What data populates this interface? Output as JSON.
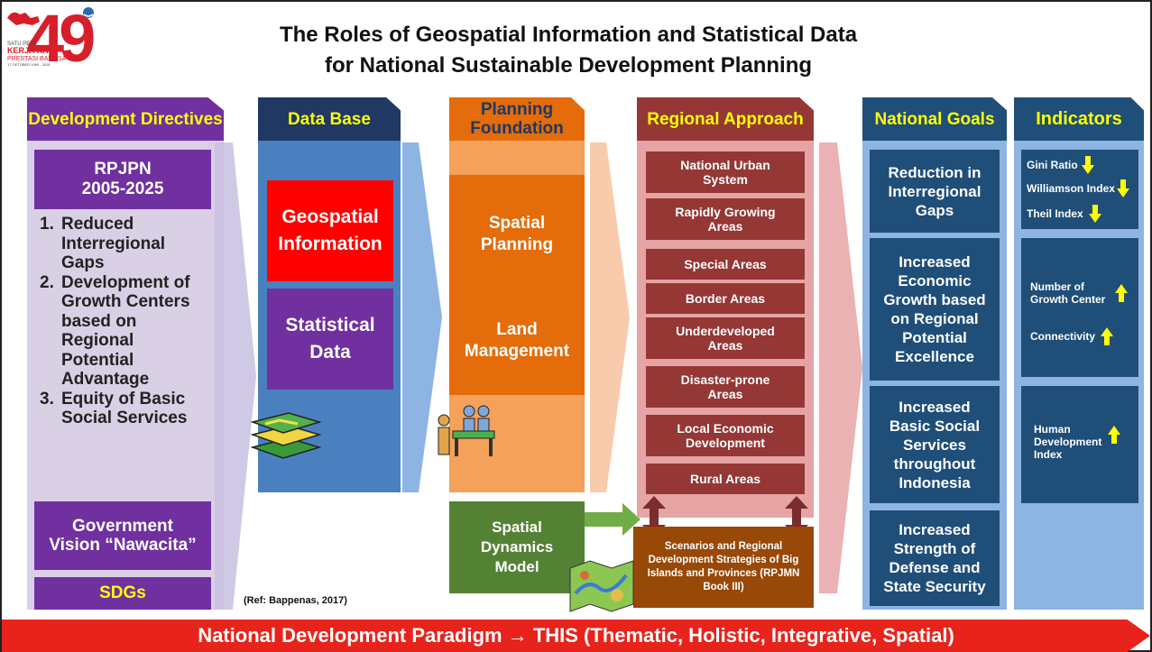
{
  "logo": {
    "number": "49",
    "line1": "SATU PETA",
    "line2": "KERJA KITA",
    "line3": "PRESTASI BANGSA",
    "line4": "17 OKTOBER 1969 - 2018"
  },
  "title": {
    "line1": "The Roles of Geospatial Information and Statistical Data",
    "line2": "for National Sustainable Development Planning"
  },
  "directives": {
    "header": "Development Directives",
    "rpjpn_title": "RPJPN 2005-2025",
    "items": [
      "Reduced Interregional Gaps",
      "Development of Growth Centers based on Regional Potential Advantage",
      "Equity of Basic Social Services"
    ],
    "vision": "Government Vision “Nawacita”",
    "sdgs": "SDGs"
  },
  "database": {
    "header": "Data Base",
    "geo": "Geospatial Information",
    "stat": "Statistical Data"
  },
  "planning": {
    "header": "Planning Foundation",
    "spatial": "Spatial Planning",
    "land": "Land Management",
    "dynamics": "Spatial Dynamics Model"
  },
  "regional": {
    "header": "Regional Approach",
    "items": [
      "National Urban System",
      "Rapidly Growing Areas",
      "Special Areas",
      "Border Areas",
      "Underdeveloped Areas",
      "Disaster-prone Areas",
      "Local Economic Development",
      "Rural Areas"
    ],
    "scenarios": "Scenarios and Regional Development Strategies of Big Islands and Provinces (RPJMN Book III)"
  },
  "goals": {
    "header": "National Goals",
    "items": [
      "Reduction in Interregional Gaps",
      "Increased Economic Growth based on Regional Potential Excellence",
      "Increased Basic Social Services throughout Indonesia",
      "Increased Strength of Defense and State Security"
    ]
  },
  "indicators": {
    "header": "Indicators",
    "group1": [
      "Gini Ratio",
      "Williamson Index",
      "Theil Index"
    ],
    "group2": [
      "Number of Growth Center",
      "Connectivity"
    ],
    "group3": [
      "Human Development Index"
    ]
  },
  "ref": "(Ref: Bappenas, 2017)",
  "banner": "National Development Paradigm → THIS (Thematic, Holistic, Integrative, Spatial)",
  "colors": {
    "purple_header": "#7030a0",
    "lavender": "#d9cfe8",
    "navy": "#1f3864",
    "blue_col": "#4a80c0",
    "geo_red": "#ff0000",
    "stat_purple": "#7030a0",
    "orange": "#e46c0a",
    "orange_light": "#f4a15a",
    "green": "#548235",
    "maroon": "#953735",
    "pink": "#e6a4a4",
    "goal_blue": "#1f4e79",
    "light_blue": "#8eb4e3",
    "banner_red": "#e8231c",
    "yellow": "#ffff00"
  }
}
